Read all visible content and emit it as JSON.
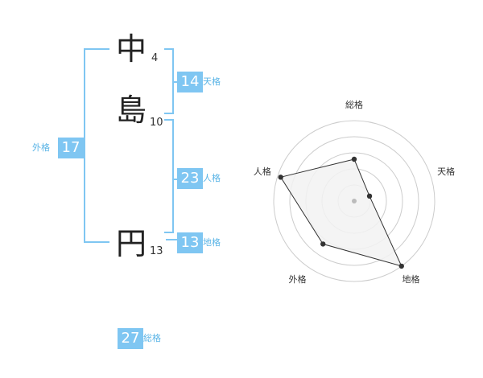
{
  "name": {
    "chars": [
      {
        "char": "中",
        "strokes": "4"
      },
      {
        "char": "島",
        "strokes": "10"
      },
      {
        "char": "円",
        "strokes": "13"
      }
    ]
  },
  "scores": {
    "tenkaku": {
      "value": "14",
      "label": "天格"
    },
    "jinkaku": {
      "value": "23",
      "label": "人格"
    },
    "chikaku": {
      "value": "13",
      "label": "地格"
    },
    "gaikaku": {
      "value": "17",
      "label": "外格"
    },
    "soukaku": {
      "value": "27",
      "label": "総格"
    }
  },
  "chart_data": {
    "type": "radar",
    "axes": [
      "総格",
      "天格",
      "地格",
      "外格",
      "人格"
    ],
    "values": [
      0.52,
      0.2,
      1.0,
      0.66,
      0.96
    ],
    "rmax": 1.0,
    "rings": 5,
    "colors": {
      "fill": "#f2f2f2",
      "line": "#333333",
      "grid": "#cccccc",
      "point": "#333333"
    }
  }
}
